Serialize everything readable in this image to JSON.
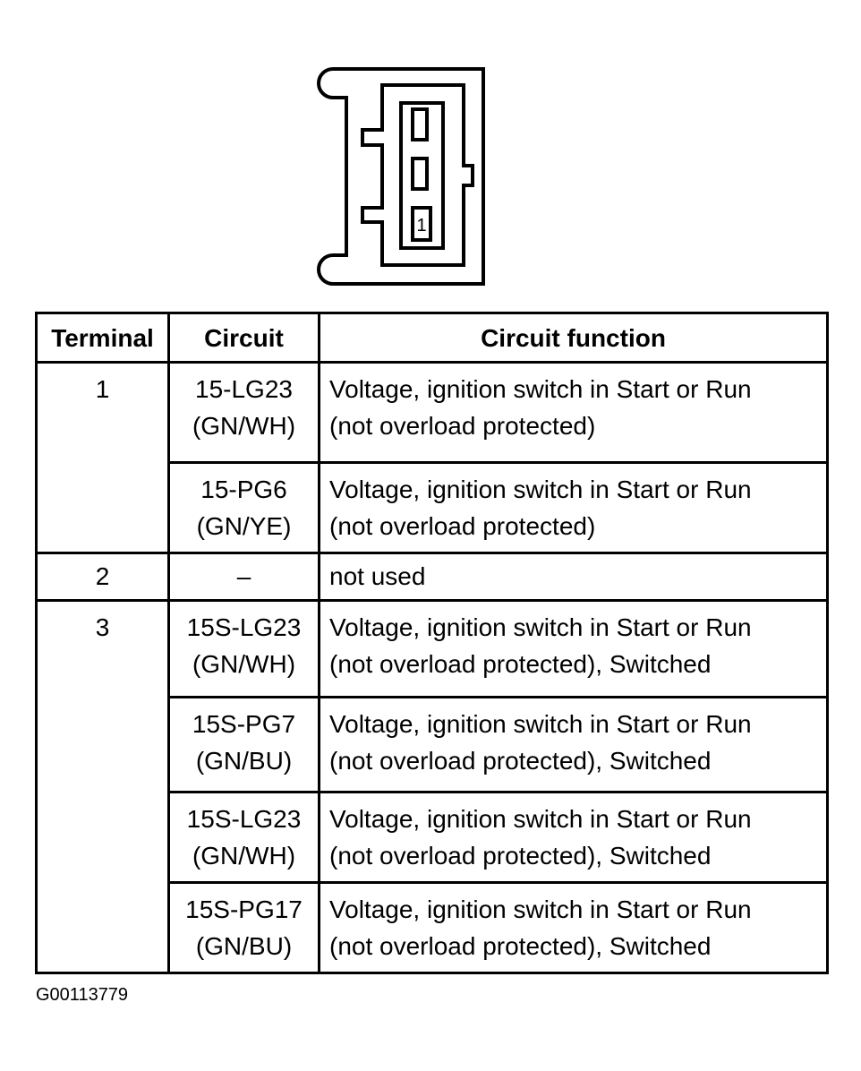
{
  "connector": {
    "pin_label": "1"
  },
  "table": {
    "headers": {
      "terminal": "Terminal",
      "circuit": "Circuit",
      "function": "Circuit function"
    },
    "rows": [
      {
        "terminal": "1",
        "circuit_code": "15-LG23",
        "circuit_color": "(GN/WH)",
        "function_line1": "Voltage, ignition switch in Start or Run",
        "function_line2": "(not overload protected)"
      },
      {
        "terminal": "",
        "circuit_code": "15-PG6",
        "circuit_color": "(GN/YE)",
        "function_line1": "Voltage, ignition switch in Start or Run",
        "function_line2": "(not overload protected)"
      },
      {
        "terminal": "2",
        "circuit_code": "–",
        "circuit_color": "",
        "function_line1": "not used",
        "function_line2": ""
      },
      {
        "terminal": "3",
        "circuit_code": "15S-LG23",
        "circuit_color": "(GN/WH)",
        "function_line1": "Voltage, ignition switch in Start or Run",
        "function_line2": "(not overload protected), Switched"
      },
      {
        "terminal": "",
        "circuit_code": "15S-PG7",
        "circuit_color": "(GN/BU)",
        "function_line1": "Voltage, ignition switch in Start or Run",
        "function_line2": "(not overload protected), Switched"
      },
      {
        "terminal": "",
        "circuit_code": "15S-LG23",
        "circuit_color": "(GN/WH)",
        "function_line1": "Voltage, ignition switch in Start or Run",
        "function_line2": "(not overload protected), Switched"
      },
      {
        "terminal": "",
        "circuit_code": "15S-PG17",
        "circuit_color": "(GN/BU)",
        "function_line1": "Voltage, ignition switch in Start or Run",
        "function_line2": "(not overload protected), Switched"
      }
    ]
  },
  "figure_id": "G00113779"
}
